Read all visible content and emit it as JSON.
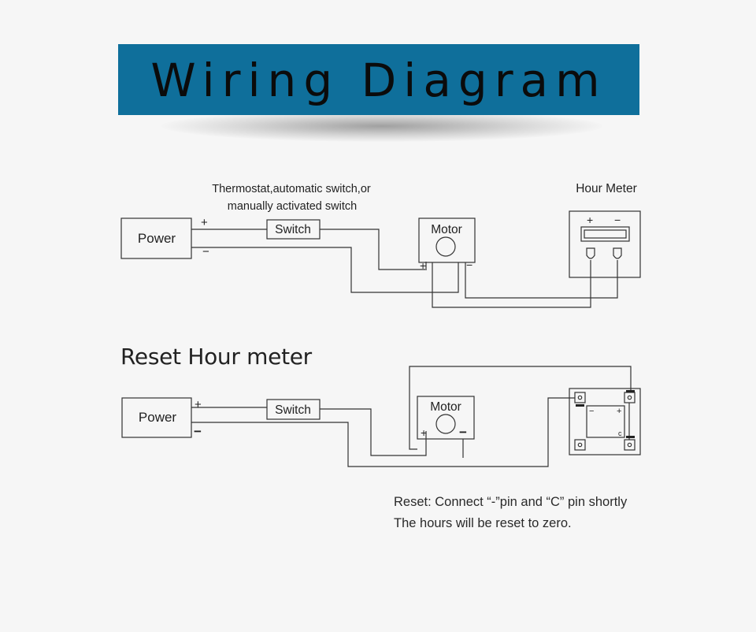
{
  "title": "Wiring Diagram",
  "diagram1": {
    "thermostat_note_line1": "Thermostat,automatic switch,or",
    "thermostat_note_line2": "manually activated switch",
    "power_label": "Power",
    "switch_label": "Switch",
    "motor_label": "Motor",
    "hour_meter_label": "Hour Meter",
    "plus": "+",
    "minus": "−"
  },
  "diagram2": {
    "section_title": "Reset Hour meter",
    "power_label": "Power",
    "switch_label": "Switch",
    "motor_label": "Motor",
    "plus": "+",
    "minus": "−",
    "pin_c": "c"
  },
  "reset_note": {
    "line1": "Reset: Connect “-”pin and “C” pin shortly",
    "line2": "The hours will be reset to zero."
  },
  "colors": {
    "banner": "#0f6f9b",
    "wire": "#333333",
    "background": "#f6f6f6"
  }
}
